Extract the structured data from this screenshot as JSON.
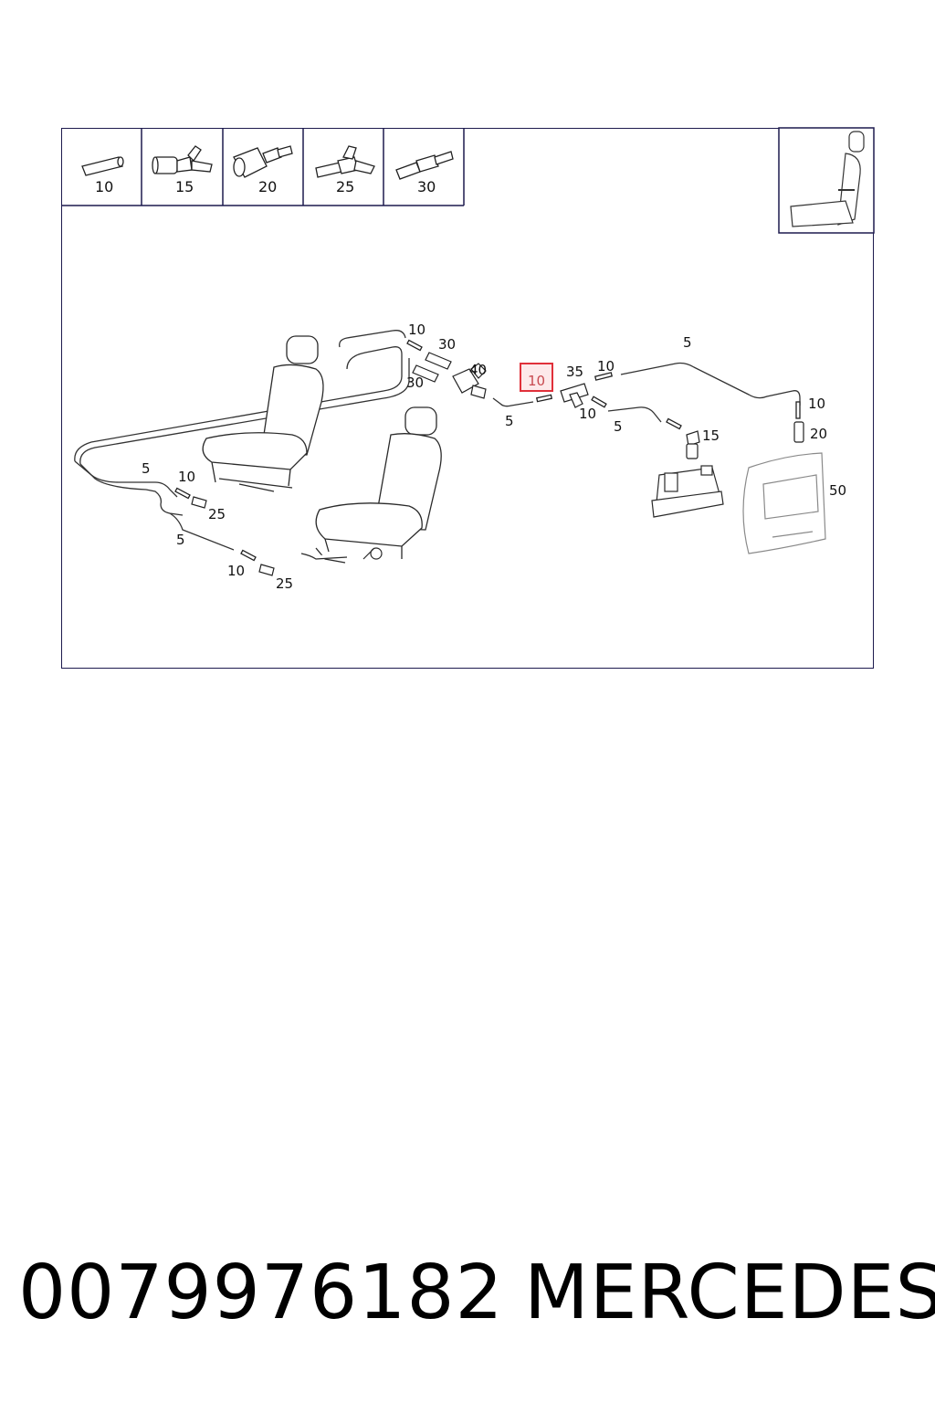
{
  "thumbnails": [
    {
      "label": "10",
      "icon": "tube-piece-icon"
    },
    {
      "label": "15",
      "icon": "angle-connector-icon"
    },
    {
      "label": "20",
      "icon": "valve-connector-icon"
    },
    {
      "label": "25",
      "icon": "tee-connector-icon"
    },
    {
      "label": "30",
      "icon": "straight-connector-icon"
    }
  ],
  "callouts": {
    "c10a": "10",
    "c30a": "30",
    "c30b": "30",
    "c40": "40",
    "c10_highlight": "10",
    "c35": "35",
    "c10b": "10",
    "c5a": "5",
    "c10c": "10",
    "c20": "20",
    "c5b": "5",
    "c10d": "10",
    "c5c": "5",
    "c15": "15",
    "c50": "50",
    "c5d": "5",
    "c10e": "10",
    "c25a": "25",
    "c5e": "5",
    "c10f": "10",
    "c25b": "25"
  },
  "highlight_color": "#e0303a",
  "footer": {
    "part_number": "0079976182",
    "brand": "MERCEDES"
  }
}
